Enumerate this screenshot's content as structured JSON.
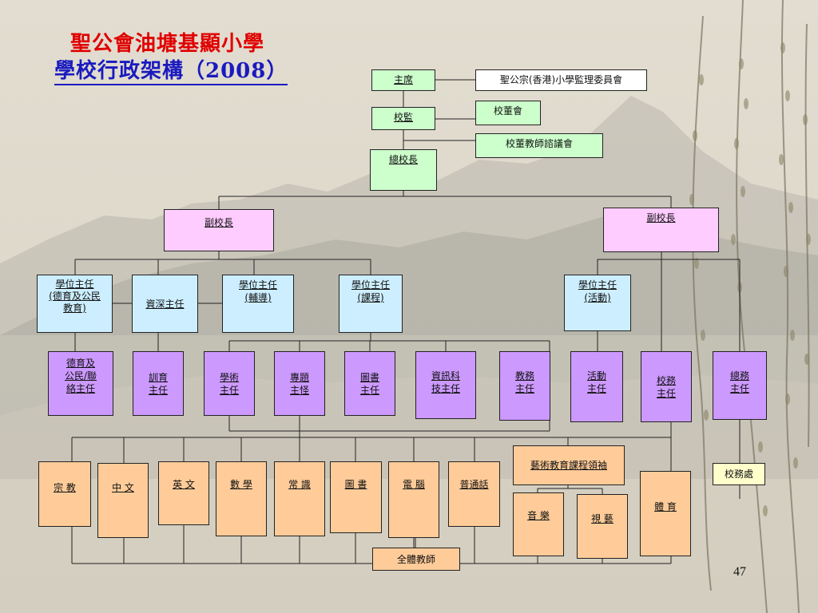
{
  "title": {
    "line1": "聖公會油塘基顯小學",
    "line2": "學校行政架構（2008）"
  },
  "colors": {
    "title_red": "#e00000",
    "title_blue": "#1a1ac0",
    "green_box": "#ccffcc",
    "pink_box": "#ffccff",
    "blue_box": "#cceeff",
    "purple_box": "#cc99ff",
    "orange_box": "#ffcc99",
    "yellow_box": "#ffffcc"
  },
  "chart": {
    "chairman": "主席",
    "committee": "聖公宗(香港)小學監理委員會",
    "supervisor": "校監",
    "board": "校董會",
    "consult": "校董教師諮議會",
    "principal": "總校長",
    "vp_left": "副校長",
    "vp_right": "副校長",
    "heads": {
      "moral": "學位主任\n(德育及公民\n教育)",
      "senior": "資深主任",
      "guidance": "學位主任\n(輔導)",
      "curriculum": "學位主任\n(課程)",
      "activity": "學位主任\n(活動)"
    },
    "masters": {
      "moral": "德育及\n公民/聯\n絡主任",
      "discipline": "訓育\n主任",
      "academic": "學術\n主任",
      "project": "專題\n主怪",
      "library": "圖書\n主任",
      "it": "資訊科\n技主任",
      "teaching": "教務\n主任",
      "activity": "活動\n主任",
      "affairs": "校務\n主任",
      "general": "總務\n主任"
    },
    "subjects": {
      "religion": "宗 教",
      "chinese": "中 文",
      "english": "英 文",
      "maths": "數 學",
      "gs": "常 識",
      "library": "圖 書",
      "computer": "電 腦",
      "putonghua": "普通話",
      "arts_lead": "藝術教育課程領袖",
      "music": "音 樂",
      "visual_arts": "視 藝",
      "pe": "體 育"
    },
    "office": "校務處",
    "all_teachers": "全體教師"
  },
  "page_number": "47"
}
